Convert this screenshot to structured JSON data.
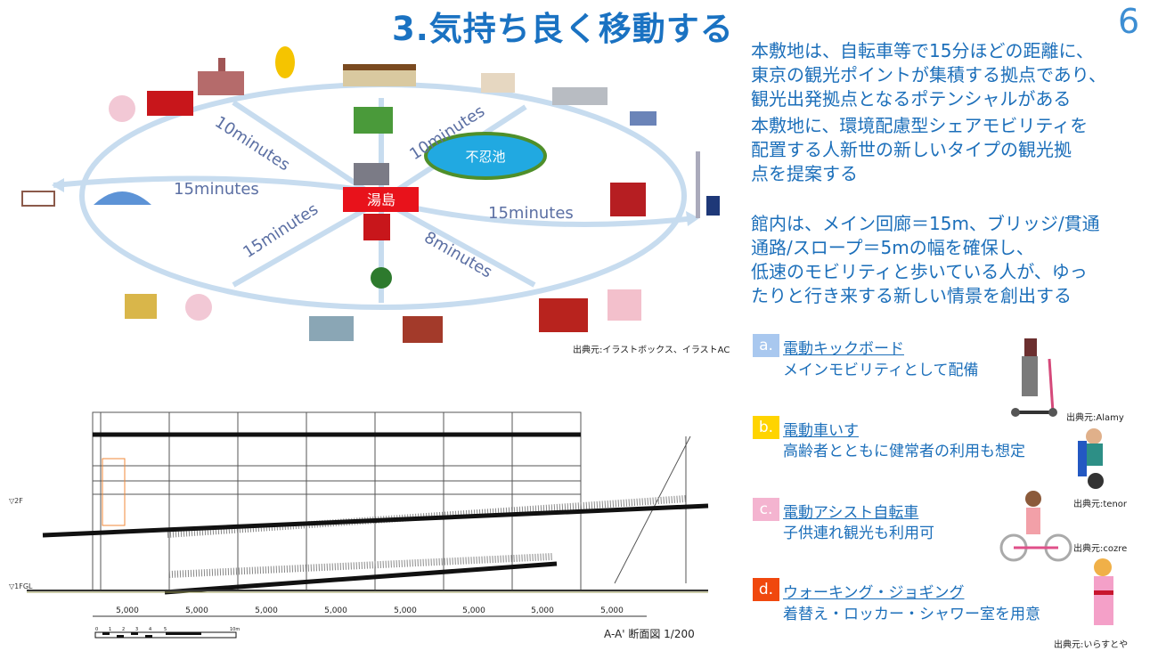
{
  "title": "3.気持ち良く移動する",
  "page_number": "6",
  "description": {
    "lines": [
      "本敷地は、自転車等で15分ほどの距離に、",
      "東京の観光ポイントが集積する拠点であり、",
      "観光出発拠点となるポテンシャルがある",
      "本敷地に、環境配慮型シェアモビリティを",
      "配置する人新世の新しいタイプの観光拠",
      "点を提案する"
    ],
    "lines2": [
      "館内は、メイン回廊＝15m、ブリッジ/貫通",
      "通路/スロープ＝5mの幅を確保し、",
      "低速のモビリティと歩いている人が、ゆっ",
      "たりと行き来する新しい情景を創出する"
    ]
  },
  "map": {
    "center": "湯島",
    "pond": "不忍池",
    "routes": [
      "10minutes",
      "10minutes",
      "15minutes",
      "15minutes",
      "15minutes",
      "8minutes"
    ],
    "credit": "出典元:イラストボックス、イラストAC"
  },
  "items": [
    {
      "badge": "a.",
      "title": "電動キックボード",
      "sub": "メインモビリティとして配備",
      "credit": "出典元:Alamy",
      "color": "#a9c8ef"
    },
    {
      "badge": "b.",
      "title": "電動車いす",
      "sub": "高齢者とともに健常者の利用も想定",
      "credit": "出典元:tenor",
      "color": "#ffd400"
    },
    {
      "badge": "c.",
      "title": "電動アシスト自転車",
      "sub": "子供連れ観光も利用可",
      "credit": "出典元:cozre",
      "color": "#f4b4d0"
    },
    {
      "badge": "d.",
      "title": "ウォーキング・ジョギング",
      "sub": "着替え・ロッカー・シャワー室を用意",
      "credit": "出典元:いらすとや",
      "color": "#f0480e"
    }
  ],
  "section": {
    "caption": "A-A' 断面図  1/200",
    "level_2f": "▽2F",
    "level_1f": "▽1FGL",
    "dimensions": [
      "5,000",
      "5,000",
      "5,000",
      "5,000",
      "5,000",
      "5,000",
      "5,000",
      "5,000"
    ],
    "scale_labels": [
      "0",
      "1",
      "2",
      "3",
      "4",
      "5",
      "10m"
    ]
  }
}
